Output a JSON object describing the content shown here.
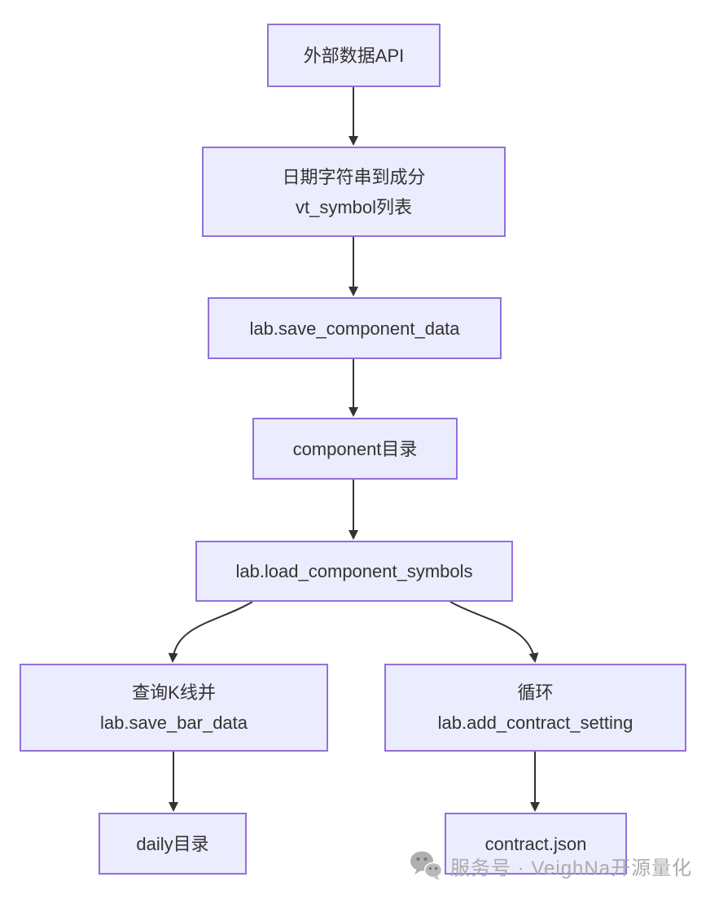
{
  "diagram": {
    "type": "flowchart",
    "nodes": [
      {
        "id": "external-data-api",
        "lines": [
          "外部数据API"
        ]
      },
      {
        "id": "date-string-to-components",
        "lines": [
          "日期字符串到成分",
          "vt_symbol列表"
        ]
      },
      {
        "id": "save-component-data",
        "lines": [
          "lab.save_component_data"
        ]
      },
      {
        "id": "component-directory",
        "lines": [
          "component目录"
        ]
      },
      {
        "id": "load-component-symbols",
        "lines": [
          "lab.load_component_symbols"
        ]
      },
      {
        "id": "query-kline-save-bar",
        "lines": [
          "查询K线并",
          "lab.save_bar_data"
        ]
      },
      {
        "id": "loop-add-contract-setting",
        "lines": [
          "循环",
          "lab.add_contract_setting"
        ]
      },
      {
        "id": "daily-directory",
        "lines": [
          "daily目录"
        ]
      },
      {
        "id": "contract-json",
        "lines": [
          "contract.json"
        ]
      }
    ],
    "edges": [
      {
        "from": "external-data-api",
        "to": "date-string-to-components"
      },
      {
        "from": "date-string-to-components",
        "to": "save-component-data"
      },
      {
        "from": "save-component-data",
        "to": "component-directory"
      },
      {
        "from": "component-directory",
        "to": "load-component-symbols"
      },
      {
        "from": "load-component-symbols",
        "to": "query-kline-save-bar"
      },
      {
        "from": "load-component-symbols",
        "to": "loop-add-contract-setting"
      },
      {
        "from": "query-kline-save-bar",
        "to": "daily-directory"
      },
      {
        "from": "loop-add-contract-setting",
        "to": "contract-json"
      }
    ],
    "colors": {
      "node_fill": "#ECECFF",
      "node_border": "#9370DB",
      "arrow": "#333333",
      "text": "#333333",
      "watermark": "#A8A8A8"
    }
  },
  "watermark": {
    "icon": "wechat-icon",
    "text": "服务号 · VeighNa开源量化"
  }
}
